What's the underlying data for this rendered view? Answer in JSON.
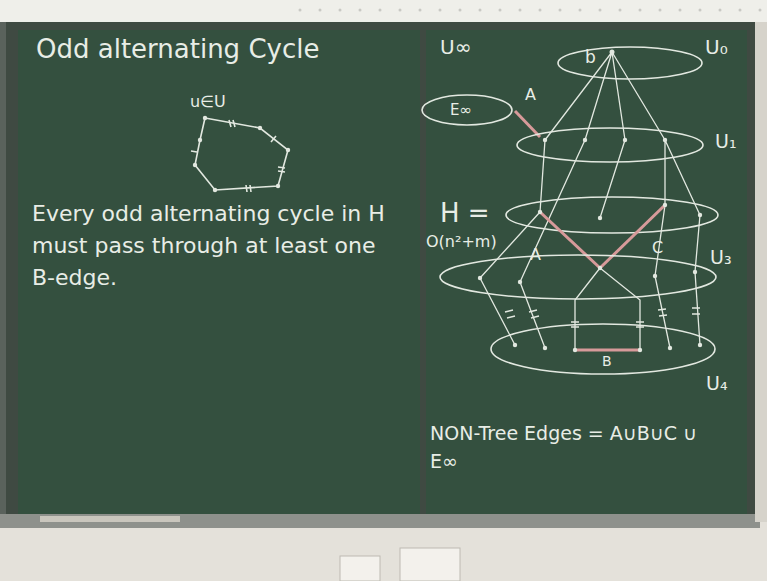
{
  "diagram": {
    "title": "Odd alternating Cycle",
    "nodes": [
      {
        "text": [
          "U∞",
          "E∞"
        ]
      },
      {
        "text": [
          "U₀",
          "b"
        ]
      },
      {
        "text": [
          "U₁"
        ]
      },
      {
        "text": [
          "U₃"
        ]
      },
      {
        "text": [
          "U₄"
        ]
      }
    ],
    "edges": [
      {
        "from": 0,
        "to": 2,
        "arrow": "none",
        "label": "A"
      }
    ],
    "labels": [
      "u∈U",
      "Every odd alternating cycle in H must pass through at least one B-edge.",
      "H =",
      "O(n²+m)",
      "A",
      "C",
      "B",
      "NON-Tree Edges = A∪B∪C ∪ E∞"
    ]
  }
}
